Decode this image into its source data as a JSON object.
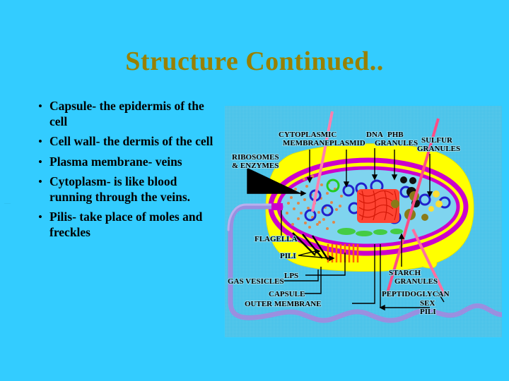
{
  "slide": {
    "title": "Structure Continued..",
    "background_color": "#33ccff",
    "title_color": "#998000"
  },
  "bullets": {
    "marker": "•",
    "items": [
      {
        "label": "Capsule- the epidermis of the cell"
      },
      {
        "label": "Cell wall- the dermis of the cell"
      },
      {
        "label": "Plasma membrane- veins"
      },
      {
        "label": "Cytoplasm- is like blood running through the veins."
      },
      {
        "label": "Pilis- take place of moles and freckles"
      }
    ]
  },
  "diagram": {
    "name": "bacterial-cell-structure-diagram",
    "colors": {
      "capsule": "#ffff00",
      "membrane": "#cc00cc",
      "cytoplasm": "#7fd4ef",
      "dna": "#ff3322",
      "flagella": "#9a8fe0",
      "sex_pili": "#ff6fa0",
      "ribosomes": "#e08a4a",
      "starch": "#8a7a18",
      "phb": "#111111",
      "sulfur": "#ffe033",
      "gas_vesicles": "#33cc33",
      "plasmid": "#2222cc",
      "lps": "#ff6600",
      "background": "#3fbfe8"
    },
    "labels": [
      {
        "id": "cytoplasmic-membrane",
        "lines": [
          "CYTOPLASMIC",
          "MEMBRANE"
        ]
      },
      {
        "id": "plasmid",
        "lines": [
          "PLASMID"
        ]
      },
      {
        "id": "dna",
        "lines": [
          "DNA"
        ]
      },
      {
        "id": "phb-granules",
        "lines": [
          "PHB",
          "GRANULES"
        ]
      },
      {
        "id": "sulfur-granules",
        "lines": [
          "SULFUR",
          "GRANULES"
        ]
      },
      {
        "id": "ribosomes-and-enzymes",
        "lines": [
          "RIBOSOMES",
          "& ENZYMES"
        ]
      },
      {
        "id": "flagella",
        "lines": [
          "FLAGELLA"
        ]
      },
      {
        "id": "pili",
        "lines": [
          "PILI"
        ]
      },
      {
        "id": "lps",
        "lines": [
          "LPS"
        ]
      },
      {
        "id": "gas-vesicles",
        "lines": [
          "GAS VESICLES"
        ]
      },
      {
        "id": "capsule",
        "lines": [
          "CAPSULE"
        ]
      },
      {
        "id": "outer-membrane",
        "lines": [
          "OUTER MEMBRANE"
        ]
      },
      {
        "id": "starch-granules",
        "lines": [
          "STARCH",
          "GRANULES"
        ]
      },
      {
        "id": "peptidoglycan",
        "lines": [
          "PEPTIDOGLYCAN"
        ]
      },
      {
        "id": "sex-pili",
        "lines": [
          "SEX",
          "PILI"
        ]
      }
    ]
  }
}
